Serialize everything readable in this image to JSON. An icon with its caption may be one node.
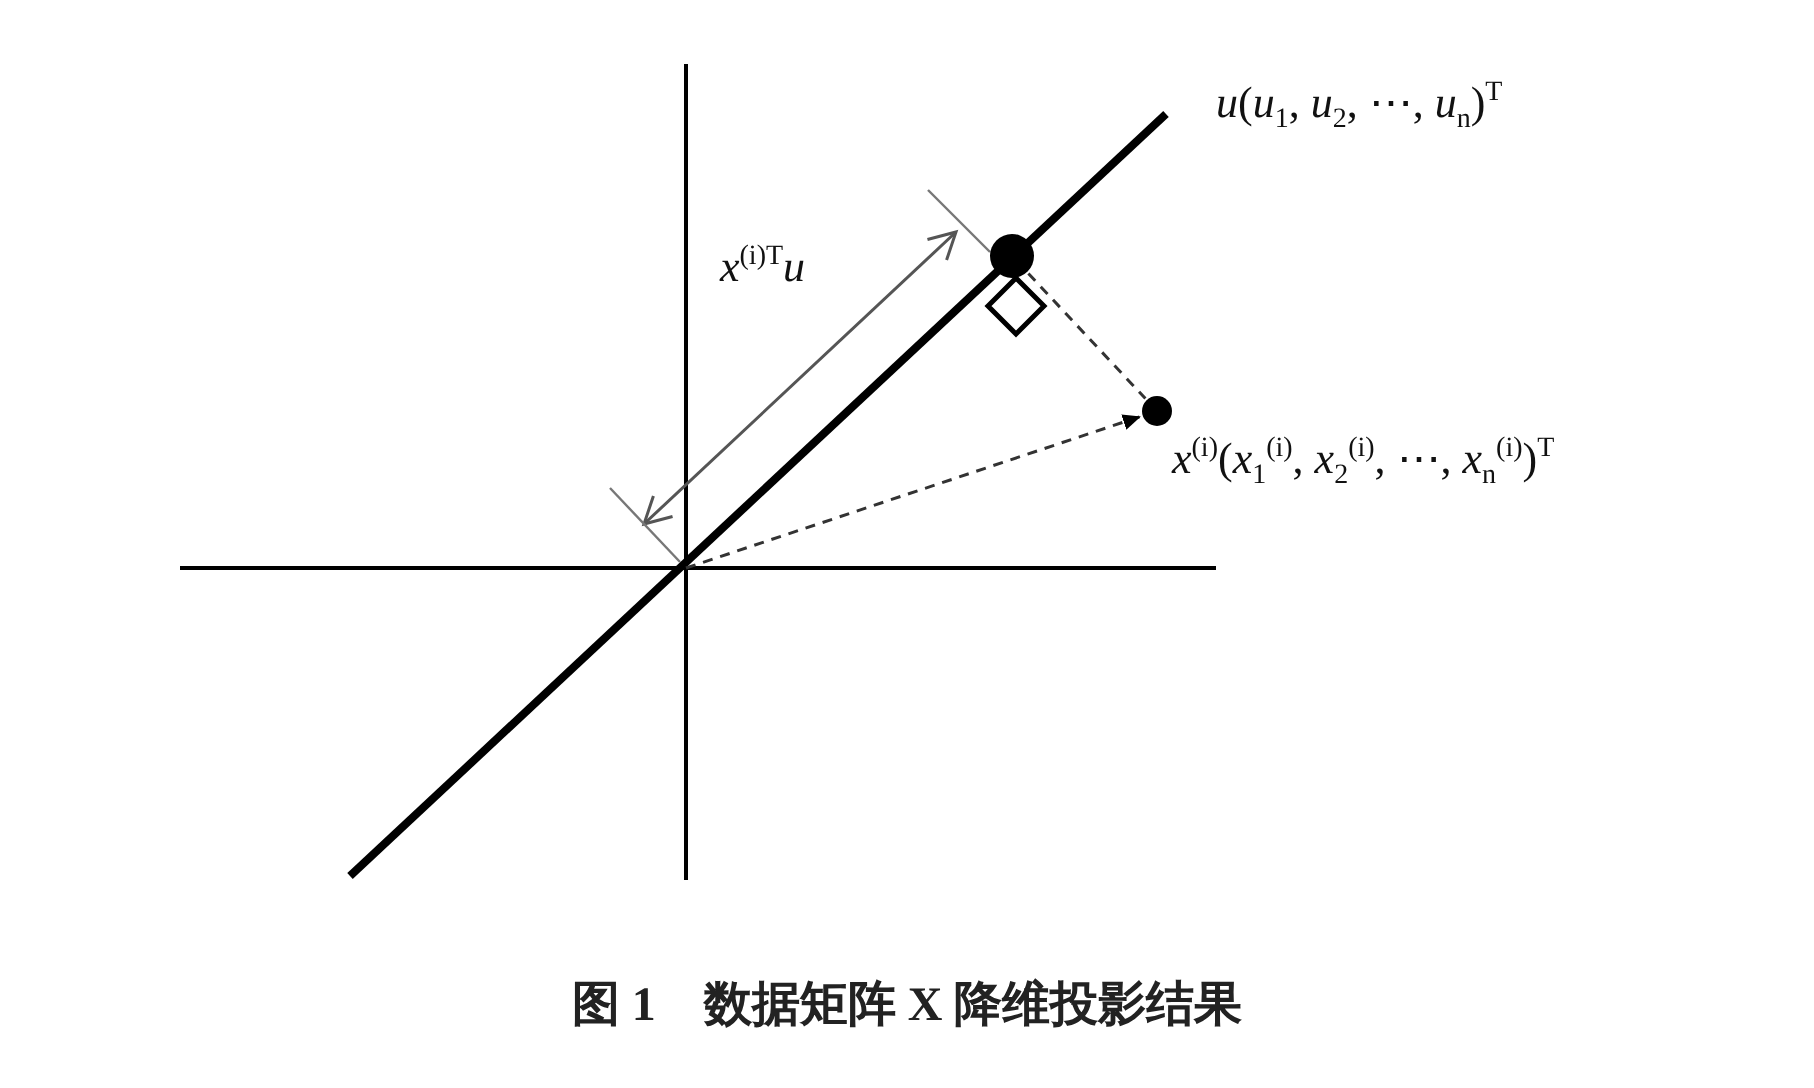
{
  "diagram": {
    "caption": "图 1　数据矩阵 X 降维投影结果",
    "nodes": [
      {
        "text": [],
        "shape": "circle"
      },
      {
        "text": [],
        "shape": "circle",
        "beside": [
          "*x*$^{(i)}$(*x*$_{1}$$^{(i)}$, *x*$_{2}$$^{(i)}$, ⋯, *x*$_{n}$$^{(i)}$)$^{T}$"
        ]
      }
    ],
    "edges": [
      {
        "from": null,
        "to": 1,
        "arrow": "to",
        "style": "dashed"
      },
      {
        "from": 0,
        "to": 1,
        "arrow": "none",
        "style": "dashed"
      }
    ],
    "labels": [
      "*u*(*u*$_{1}$, *u*$_{2}$, ⋯, *u*$_{n}$)$^{T}$",
      "*x*$^{(i)T}$*u*"
    ]
  }
}
